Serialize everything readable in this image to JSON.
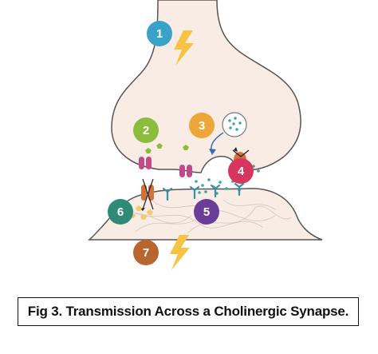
{
  "caption": "Fig 3. Transmission Across a Cholinergic Synapse.",
  "steps": [
    {
      "number": "1",
      "color": "#3aa2c8"
    },
    {
      "number": "2",
      "color": "#8cbc3c"
    },
    {
      "number": "3",
      "color": "#eda63a"
    },
    {
      "number": "4",
      "color": "#d6355c"
    },
    {
      "number": "5",
      "color": "#6a3d9a"
    },
    {
      "number": "6",
      "color": "#2f8a78"
    },
    {
      "number": "7",
      "color": "#b8652e"
    }
  ],
  "colors": {
    "neuron_fill": "#f8ece4",
    "neuron_outline": "#555555",
    "lightning": "#f6c344",
    "calcium_channel": "#c34a8a",
    "receptor": "#3a8fa6",
    "acetylcholine_dot": "#3aa7a0",
    "calcium_ion": "#8cbc3c",
    "ion_channel": "#d4703a",
    "choline": "#f6c96a"
  }
}
